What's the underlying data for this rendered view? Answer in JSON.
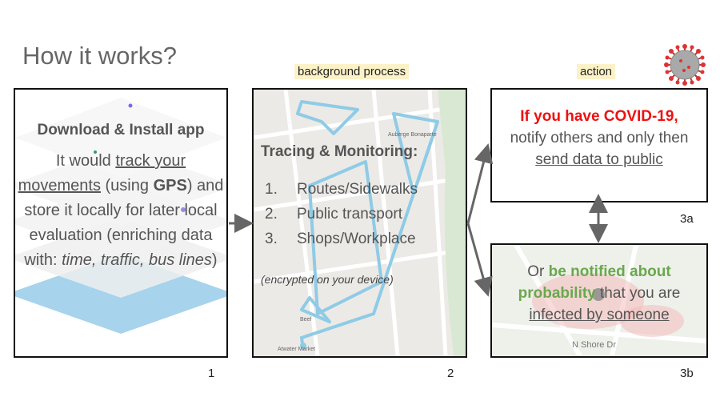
{
  "title": "How it works?",
  "tags": {
    "background": "background process",
    "action": "action"
  },
  "panel1": {
    "heading": "Download & Install app",
    "t1": "It would ",
    "t2": "track your movements",
    "t3": " (using ",
    "t4": "GPS",
    "t5": ") and store it locally for later local evaluation (enriching data with: ",
    "t6": "time, traffic, bus lines",
    "t7": ")",
    "number": "1"
  },
  "panel2": {
    "heading": "Tracing & Monitoring:",
    "items": [
      {
        "n": "1.",
        "label": "Routes/Sidewalks"
      },
      {
        "n": "2.",
        "label": "Public transport"
      },
      {
        "n": "3.",
        "label": "Shops/Workplace"
      }
    ],
    "note": "(encrypted on your device)",
    "map_labels": {
      "auberge": "Auberge Bonaparte",
      "atwater": "Atwater Market",
      "beef": "Beef"
    },
    "number": "2"
  },
  "panel3a": {
    "red": "If you have COVID-19,",
    "line2": "notify others and only then ",
    "link": "send data to public",
    "number": "3a"
  },
  "panel3b": {
    "t1": "Or ",
    "green": "be notified about probability",
    "t2": " that you are ",
    "link": "infected by someone",
    "street": "N Shore Dr",
    "number": "3b"
  },
  "colors": {
    "route": "#8fcbe6",
    "red": "#ee1111",
    "green": "#6aa84f",
    "tag_bg": "#fcf2c8",
    "arrow": "#666666"
  }
}
